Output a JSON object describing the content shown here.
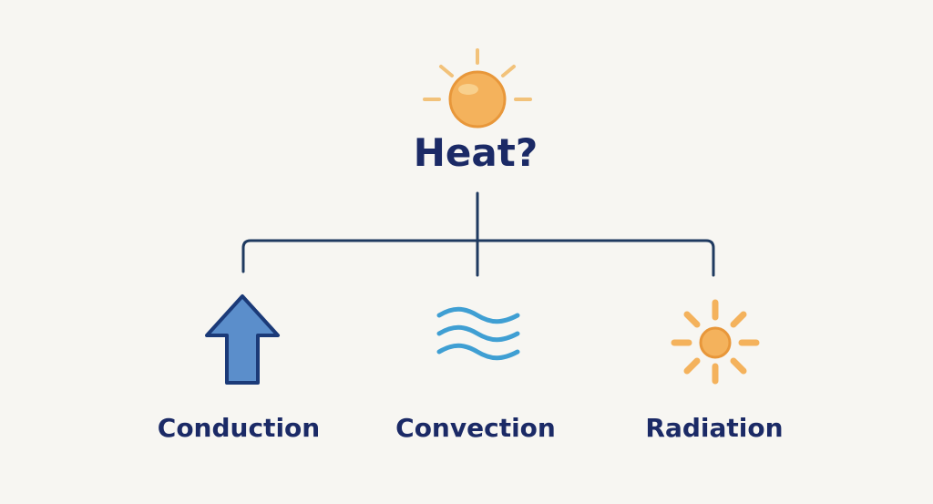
{
  "diagram": {
    "root": {
      "label": "Heat?",
      "icon": "sun-icon"
    },
    "branches": [
      {
        "label": "Conduction",
        "icon": "up-arrow-icon"
      },
      {
        "label": "Convection",
        "icon": "waves-icon"
      },
      {
        "label": "Radiation",
        "icon": "radiating-sun-icon"
      }
    ]
  },
  "colors": {
    "background": "#f7f6f2",
    "text": "#1b2a66",
    "connector": "#1f3a60",
    "sun_fill": "#f4b25c",
    "sun_ray": "#f2c27a",
    "arrow_fill": "#5b8ecb",
    "arrow_stroke": "#1b3a78",
    "wave": "#3f9fd3"
  }
}
